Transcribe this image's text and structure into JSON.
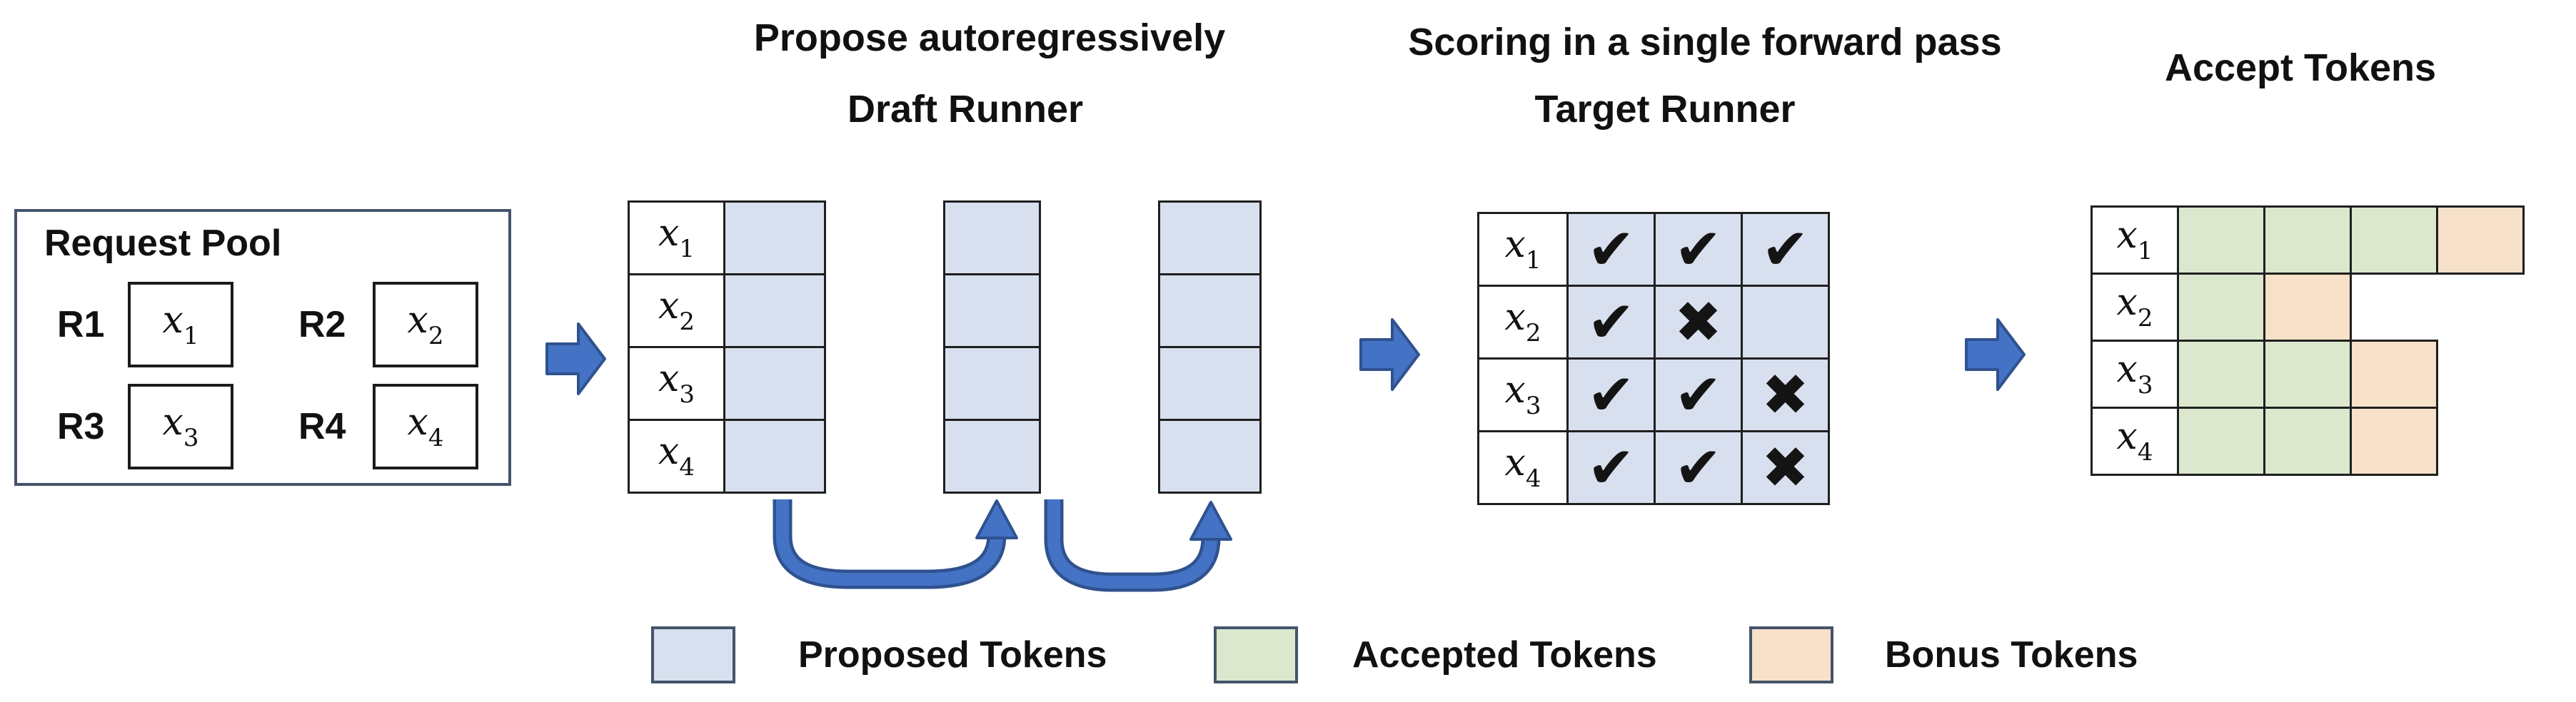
{
  "sections": {
    "draft": {
      "heading": "Propose autoregressively",
      "subheading": "Draft Runner"
    },
    "target": {
      "heading": "Scoring in a single forward pass",
      "subheading": "Target Runner"
    },
    "accept": {
      "heading": "Accept Tokens"
    }
  },
  "request_pool": {
    "title": "Request Pool",
    "requests": [
      {
        "id": "R1",
        "token": {
          "base": "x",
          "sub": "1"
        }
      },
      {
        "id": "R2",
        "token": {
          "base": "x",
          "sub": "2"
        }
      },
      {
        "id": "R3",
        "token": {
          "base": "x",
          "sub": "3"
        }
      },
      {
        "id": "R4",
        "token": {
          "base": "x",
          "sub": "4"
        }
      }
    ]
  },
  "row_labels": [
    {
      "base": "x",
      "sub": "1"
    },
    {
      "base": "x",
      "sub": "2"
    },
    {
      "base": "x",
      "sub": "3"
    },
    {
      "base": "x",
      "sub": "4"
    }
  ],
  "draft_runner": {
    "passes": [
      {
        "has_labels": true,
        "cells": 4
      },
      {
        "has_labels": false,
        "cells": 4
      },
      {
        "has_labels": false,
        "cells": 4
      }
    ]
  },
  "target_runner": {
    "marks": [
      [
        "check",
        "check",
        "check"
      ],
      [
        "check",
        "cross",
        "blank"
      ],
      [
        "check",
        "check",
        "cross"
      ],
      [
        "check",
        "check",
        "cross"
      ]
    ]
  },
  "accept_tokens": {
    "rows": [
      [
        "accepted",
        "accepted",
        "accepted",
        "bonus"
      ],
      [
        "accepted",
        "bonus"
      ],
      [
        "accepted",
        "accepted",
        "bonus"
      ],
      [
        "accepted",
        "accepted",
        "bonus"
      ]
    ]
  },
  "legend": [
    {
      "key": "proposed",
      "label": "Proposed Tokens"
    },
    {
      "key": "accepted",
      "label": "Accepted Tokens"
    },
    {
      "key": "bonus",
      "label": "Bonus Tokens"
    }
  ],
  "icons": {
    "check": "✔",
    "cross": "✖"
  },
  "colors": {
    "proposed": "#D8DFEE",
    "accepted": "#DBE8CD",
    "bonus": "#F7E1C8",
    "arrow_fill": "#4472C4",
    "arrow_stroke": "#2F528F",
    "grid_line": "#1F1F1F",
    "box_border": "#44546A",
    "text": "#111111"
  }
}
